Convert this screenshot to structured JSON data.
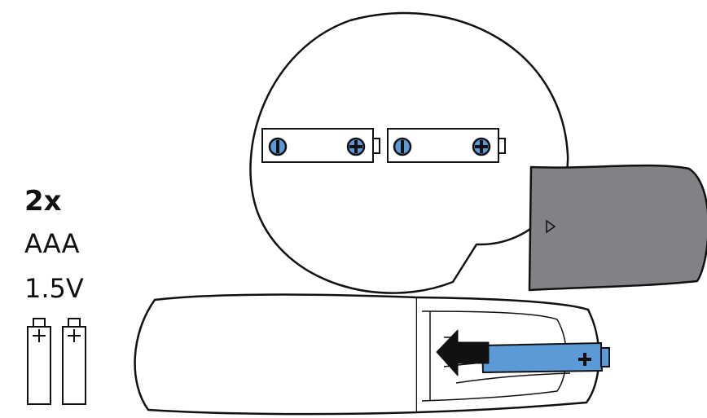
{
  "spec": {
    "count": "2x",
    "type": "AAA",
    "voltage": "1.5V"
  },
  "colors": {
    "battery_blue": "#5b9ad7",
    "cover_gray": "#808285",
    "ink": "#111111"
  },
  "icons": {
    "small_batteries": "battery-icon",
    "insert_arrow": "arrow-left-icon",
    "cover_marker": "triangle-right-icon",
    "terminal_plus": "plus-icon",
    "terminal_minus": "minus-icon"
  }
}
